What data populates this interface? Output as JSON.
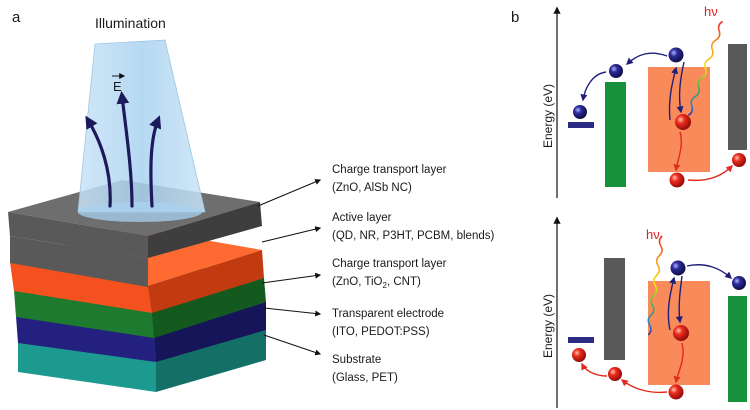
{
  "panel_a": {
    "letter": "a",
    "illumination": "Illumination",
    "field_symbol": "E",
    "layers": [
      {
        "name": "Charge transport layer",
        "detail": [
          "(ZnO, AlSb NC)"
        ],
        "color": "#595959"
      },
      {
        "name": "Active layer",
        "detail": [
          "(QD, NR, P3HT, PCBM, blends)"
        ],
        "color": "#f4511e"
      },
      {
        "name": "Charge transport layer",
        "detail": [
          "(ZnO, TiO",
          "2",
          ", CNT)"
        ],
        "color": "#1e7a2e"
      },
      {
        "name": "Transparent electrode",
        "detail": [
          "(ITO, PEDOT:PSS)"
        ],
        "color": "#232080"
      },
      {
        "name": "Substrate",
        "detail": [
          "(Glass, PET)"
        ],
        "color": "#1d9a8f"
      }
    ]
  },
  "panel_b": {
    "letter": "b",
    "axis_label": "Energy (eV)",
    "photon_label": "hν",
    "colors": {
      "active": "#f98b5a",
      "green_level": "#17913c",
      "gray_level": "#595959",
      "electron": "#1b1b72",
      "hole": "#e32020",
      "electrode": "#2c2c85"
    }
  }
}
